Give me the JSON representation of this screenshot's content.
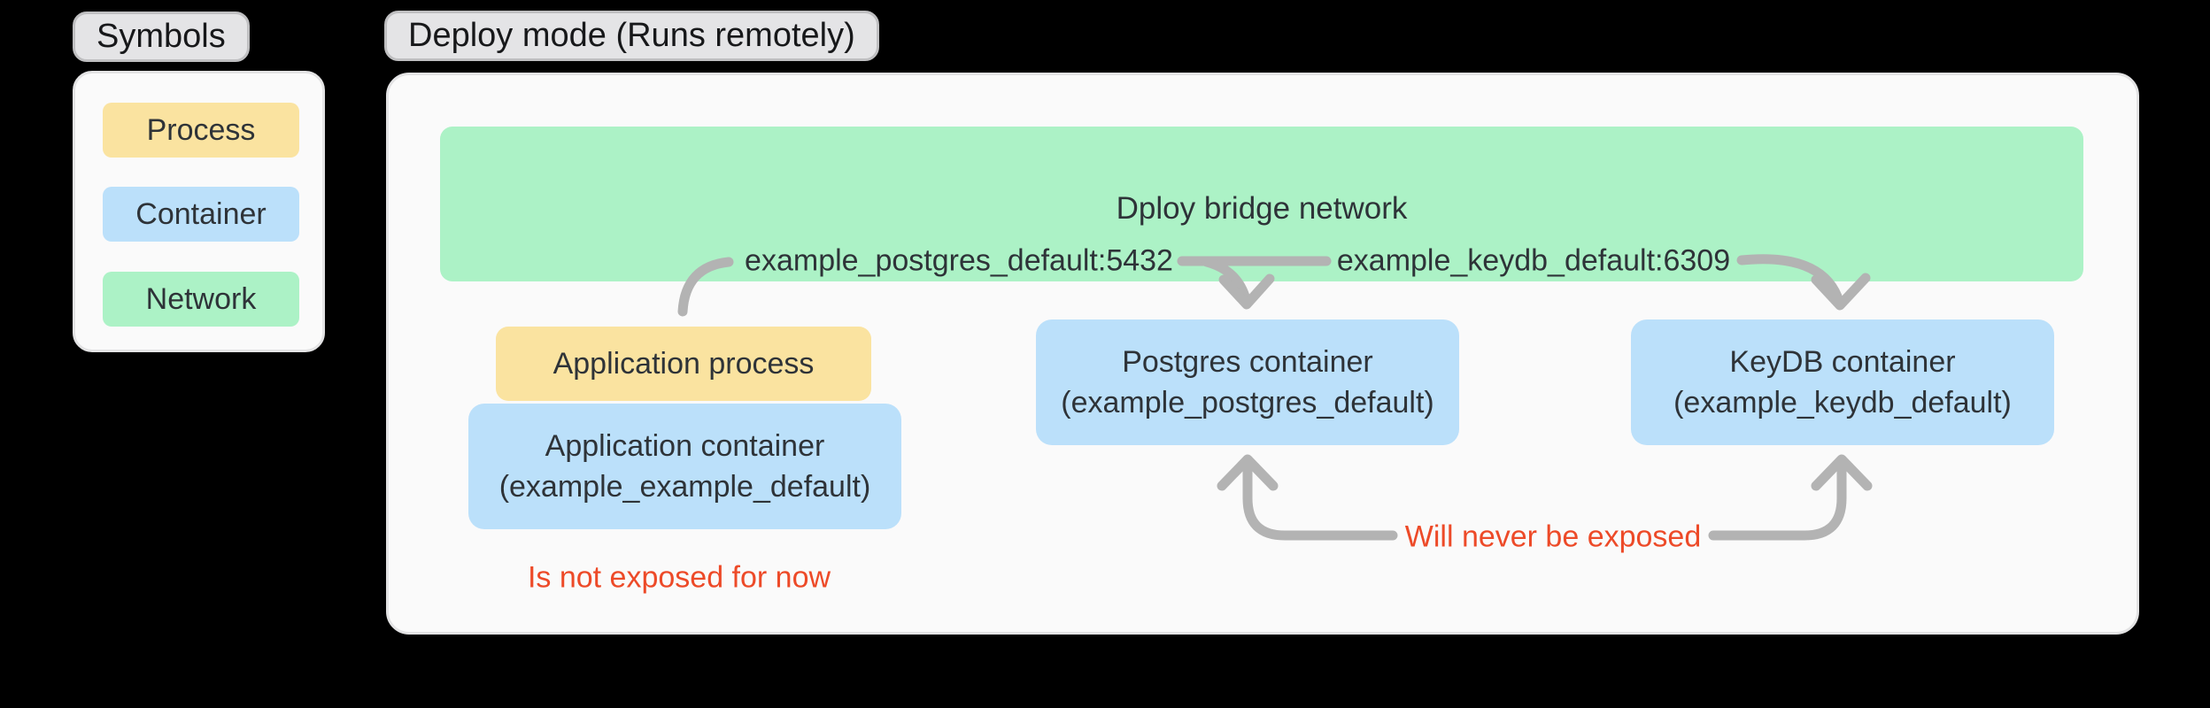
{
  "symbols": {
    "title": "Symbols",
    "items": [
      {
        "label": "Process",
        "type": "process"
      },
      {
        "label": "Container",
        "type": "container"
      },
      {
        "label": "Network",
        "type": "network"
      }
    ]
  },
  "deploy": {
    "title": "Deploy mode (Runs remotely)",
    "network": {
      "label": "Dploy bridge network",
      "ports": [
        {
          "label": "example_postgres_default:5432"
        },
        {
          "label": "example_keydb_default:6309"
        }
      ]
    },
    "nodes": {
      "app_process": {
        "label": "Application process"
      },
      "app_container": {
        "line1": "Application container",
        "line2": "(example_example_default)"
      },
      "postgres": {
        "line1": "Postgres container",
        "line2": "(example_postgres_default)"
      },
      "keydb": {
        "line1": "KeyDB container",
        "line2": "(example_keydb_default)"
      }
    },
    "annotations": {
      "app_exposure": "Is not exposed for now",
      "db_exposure": "Will never be exposed"
    }
  },
  "colors": {
    "bg": "#000000",
    "panel": "#fafafa",
    "panel-border": "#e3e3e4",
    "chip-bg": "#e4e4e6",
    "chip-border": "#bfbfc1",
    "green": "#acf2c6",
    "blue": "#bbe0fa",
    "yellow": "#fae3a0",
    "ink": "#2e3338",
    "red": "#ed4a28",
    "arrow": "#b3b3b3"
  }
}
